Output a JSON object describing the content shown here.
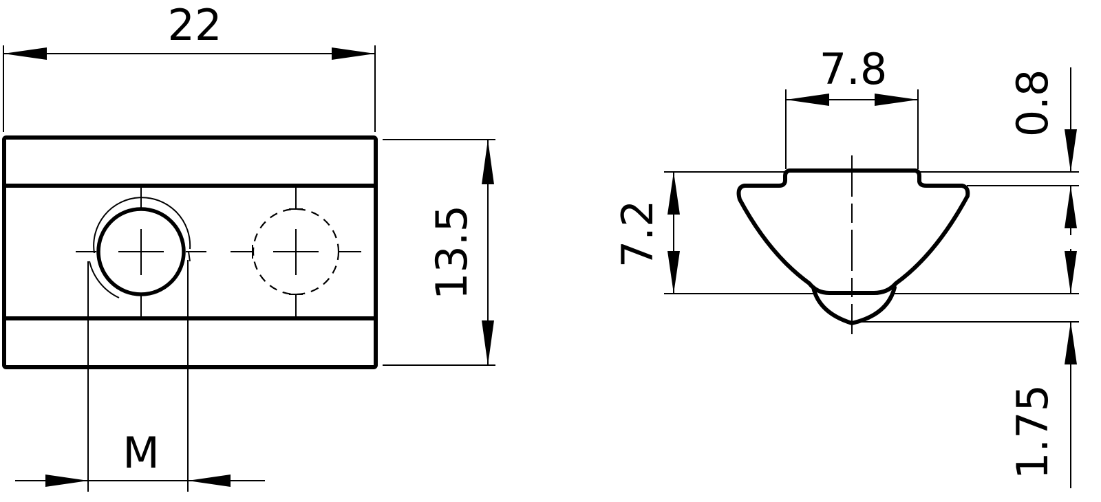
{
  "drawing": {
    "type": "technical dimension drawing",
    "subject": "T-slot nut",
    "units_implied": "mm",
    "colors": {
      "line": "#000000",
      "background": "#ffffff"
    },
    "front_view": {
      "dimensions": {
        "width": "22",
        "height": "13.5",
        "thread": "M"
      }
    },
    "side_view": {
      "dimensions": {
        "top_width": "7.8",
        "body_height": "7.2",
        "top_offset": "0.8",
        "bottom_offset": "1.75"
      }
    }
  }
}
